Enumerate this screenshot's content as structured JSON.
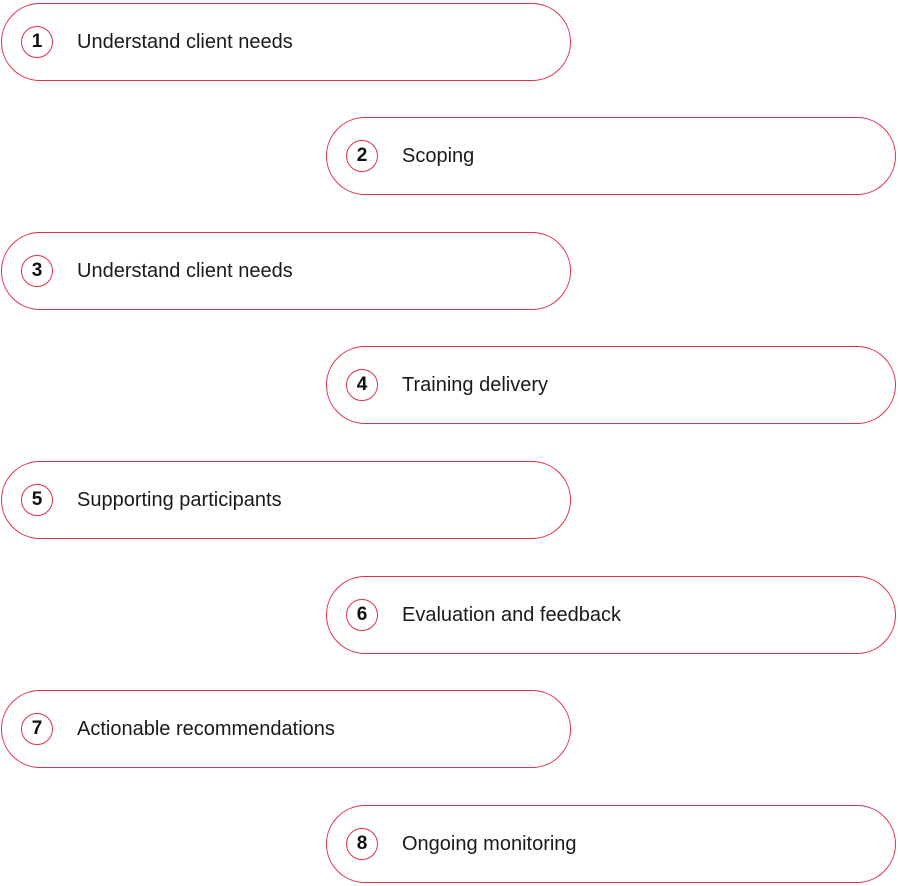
{
  "accent_color": "#e0314b",
  "steps": [
    {
      "number": "1",
      "label": "Understand client needs"
    },
    {
      "number": "2",
      "label": "Scoping"
    },
    {
      "number": "3",
      "label": "Understand client needs"
    },
    {
      "number": "4",
      "label": "Training delivery"
    },
    {
      "number": "5",
      "label": "Supporting participants"
    },
    {
      "number": "6",
      "label": "Evaluation and feedback"
    },
    {
      "number": "7",
      "label": "Actionable recommendations"
    },
    {
      "number": "8",
      "label": "Ongoing monitoring"
    }
  ]
}
